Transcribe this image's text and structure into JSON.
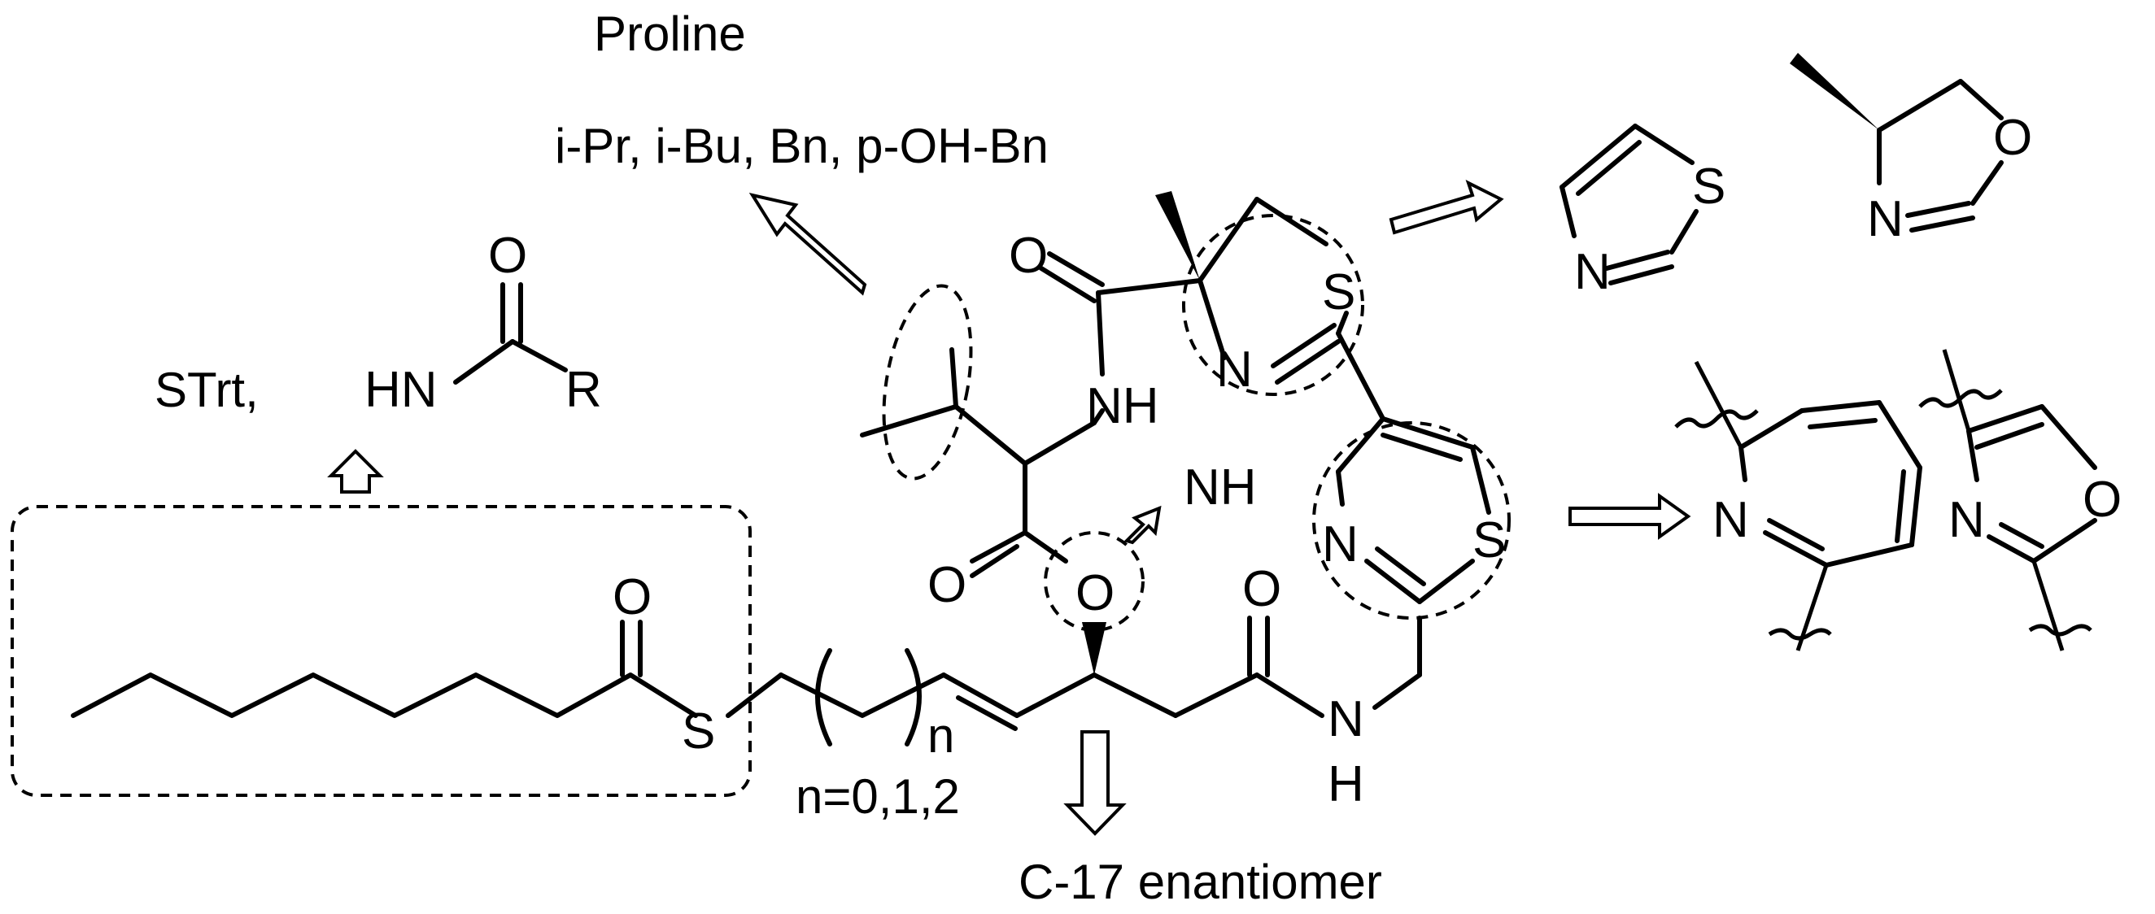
{
  "labels": {
    "proline": "Proline",
    "side_chains": "i-Pr, i-Bu, Bn, p-OH-Bn",
    "strt": "STrt,",
    "hn": "HN",
    "r": "R",
    "o_amide": "O",
    "nh_variant": "NH",
    "n_subscript": "n",
    "n_values": "n=0,1,2",
    "c17": "C-17 enantiomer"
  },
  "atoms": {
    "S_thioester": "S",
    "O_thioester": "O",
    "O_ester_carbonyl": "O",
    "O_ester": "O",
    "O_amide_right": "O",
    "N_amide_right": "N",
    "H_amide_right": "H",
    "O_top_amide": "O",
    "NH_top": "NH",
    "S_thiazoline": "S",
    "N_thiazoline": "N",
    "N_thiazole": "N",
    "S_thiazole": "S"
  },
  "variants": {
    "thiazole": {
      "S": "S",
      "N": "N"
    },
    "oxazoline": {
      "O": "O",
      "N": "N"
    },
    "pyridine": {
      "N": "N"
    },
    "oxazole": {
      "N": "N",
      "O": "O"
    }
  }
}
